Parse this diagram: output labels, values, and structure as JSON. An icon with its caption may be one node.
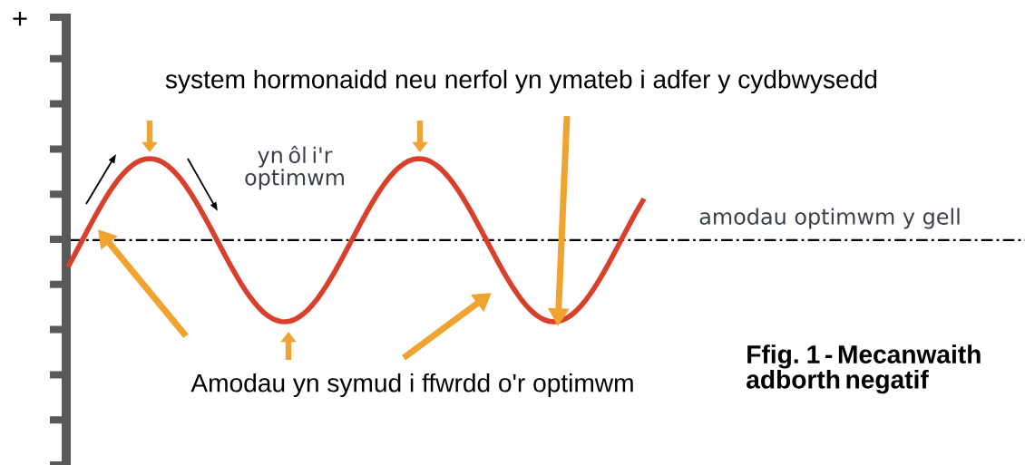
{
  "diagram": {
    "caption": "Ffig. 1 - Mecanwaith adborth negatif",
    "nodes": [
      {
        "text": [
          "system hormonaidd neu nerfol yn ymateb i adfer y cydbwysedd"
        ]
      },
      {
        "text": [
          "Amodau yn symud i ffwrdd o'r optimwm"
        ]
      }
    ],
    "edges": [
      {
        "from": 0,
        "to": null,
        "arrow": "to"
      },
      {
        "from": 1,
        "to": null,
        "arrow": "to"
      },
      {
        "from": 1,
        "to": null,
        "arrow": "to"
      }
    ],
    "labels": [
      "+",
      "yn ôl i'r optimwm",
      "amodau optimwm y gell"
    ]
  }
}
